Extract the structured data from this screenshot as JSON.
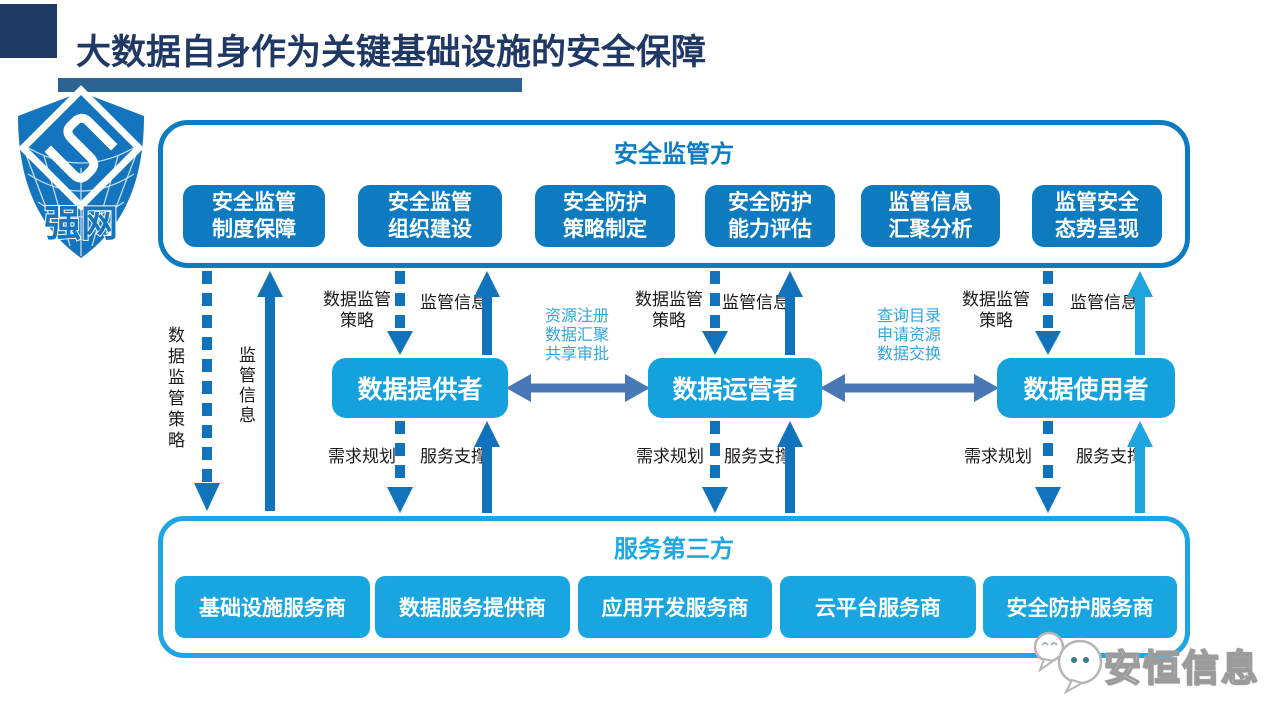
{
  "slide": {
    "title": "大数据自身作为关键基础设施的安全保障"
  },
  "logo": {
    "label": "强网"
  },
  "regulator": {
    "title": "安全监管方",
    "boxes": [
      {
        "label": "安全监管\n制度保障"
      },
      {
        "label": "安全监管\n组织建设"
      },
      {
        "label": "安全防护\n策略制定"
      },
      {
        "label": "安全防护\n能力评估"
      },
      {
        "label": "监管信息\n汇聚分析"
      },
      {
        "label": "监管安全\n态势呈现"
      }
    ]
  },
  "actors": [
    {
      "label": "数据提供者"
    },
    {
      "label": "数据运营者"
    },
    {
      "label": "数据使用者"
    }
  ],
  "third_party": {
    "title": "服务第三方",
    "boxes": [
      {
        "label": "基础设施服务商"
      },
      {
        "label": "数据服务提供商"
      },
      {
        "label": "应用开发服务商"
      },
      {
        "label": "云平台服务商"
      },
      {
        "label": "安全防护服务商"
      }
    ]
  },
  "flow_labels": {
    "left_vertical_down": "数据监管策略",
    "left_vertical_up": "监管信息",
    "policy_down": "数据监管\n策略",
    "info_up": "监管信息",
    "demand_down": "需求规划",
    "support_up": "服务支撑",
    "exchange_provider_operator": "资源注册\n数据汇聚\n共享审批",
    "exchange_operator_user": "查询目录\n申请资源\n数据交换"
  },
  "watermark": {
    "text": "安恒信息"
  },
  "colors": {
    "navy": "#1F3864",
    "header_bar": "#2B6394",
    "regulator_blue": "#0E7AC0",
    "actor_cyan": "#14A1DC",
    "third_party_cyan": "#18A5E0",
    "arrow_deep_blue": "#1173BC",
    "arrow_cyan": "#1EA5DF",
    "exchange_arrow_steel": "#4879B6",
    "exchange_label_blue": "#2FA6E0"
  }
}
